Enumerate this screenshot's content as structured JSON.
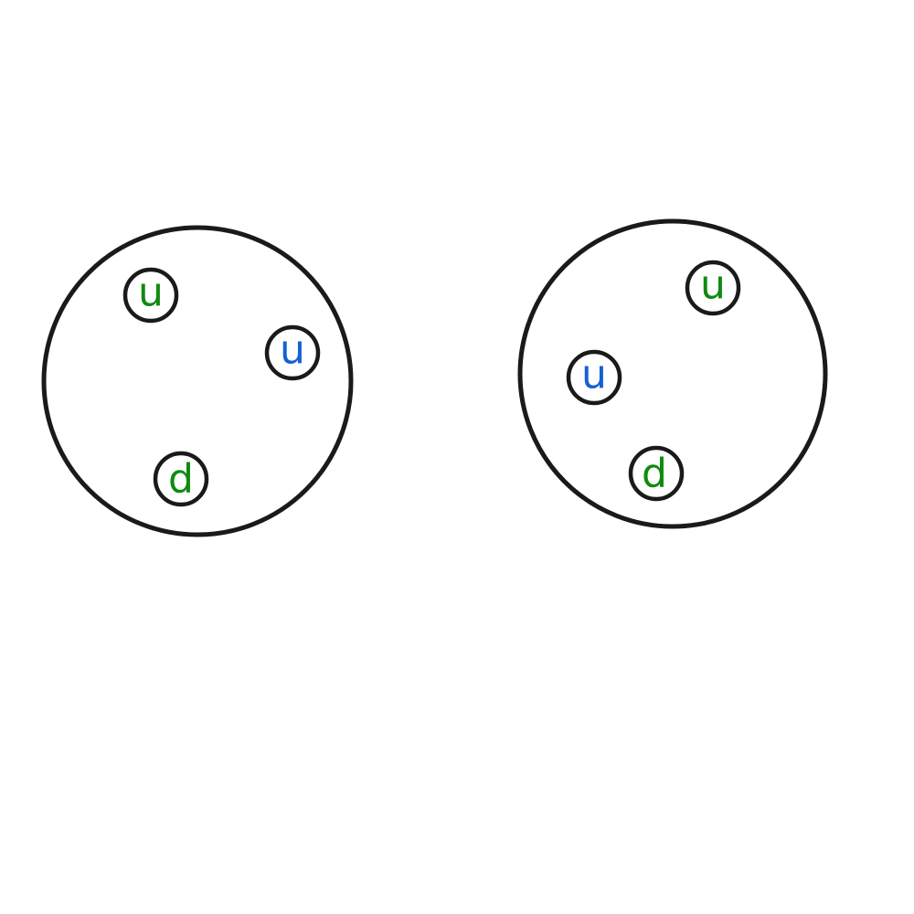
{
  "colors": {
    "outline": "#1a1a1a",
    "green": "#0f8a0f",
    "blue": "#1560d4",
    "background": "#ffffff"
  },
  "particles": [
    {
      "quarks": [
        {
          "label": "u",
          "color": "green"
        },
        {
          "label": "u",
          "color": "blue"
        },
        {
          "label": "d",
          "color": "green"
        }
      ]
    },
    {
      "quarks": [
        {
          "label": "u",
          "color": "green"
        },
        {
          "label": "u",
          "color": "blue"
        },
        {
          "label": "d",
          "color": "green"
        }
      ]
    }
  ]
}
